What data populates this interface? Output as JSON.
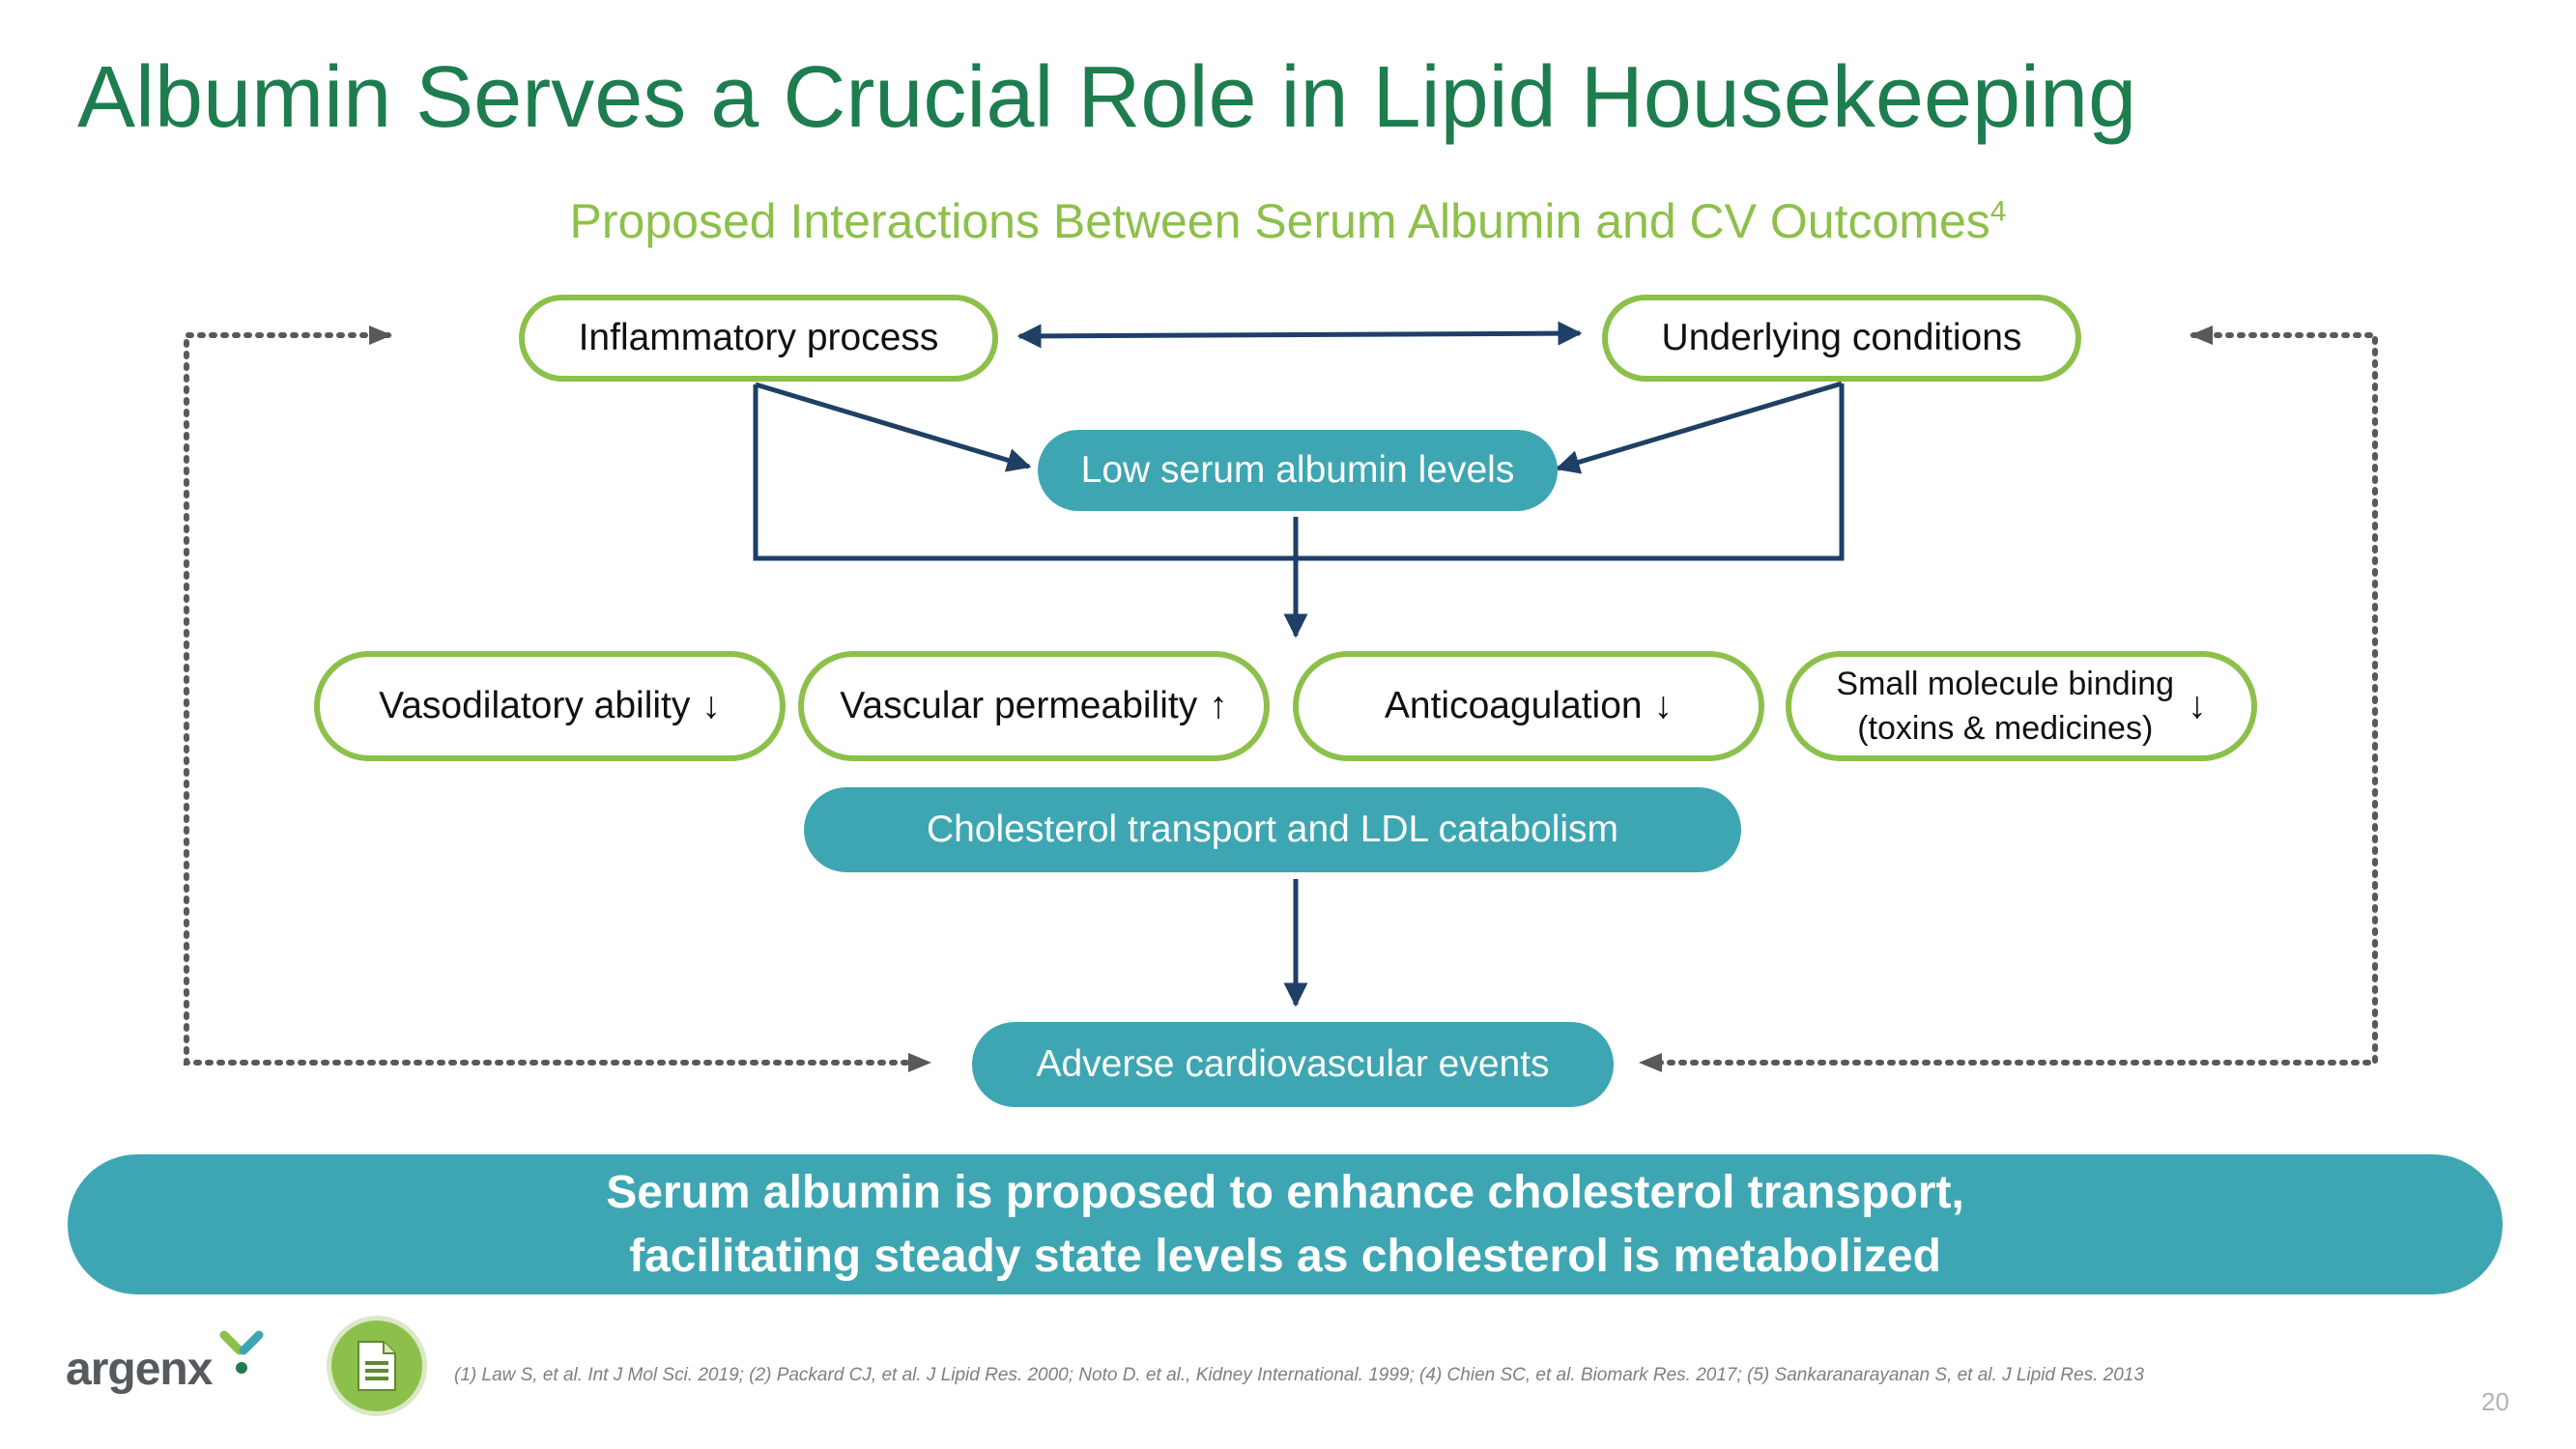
{
  "slide": {
    "title": "Albumin Serves a Crucial Role in Lipid Housekeeping",
    "subtitle": "Proposed Interactions Between Serum Albumin and CV Outcomes",
    "subtitle_ref": "4",
    "page_number": "20"
  },
  "nodes": {
    "inflammatory": "Inflammatory process",
    "underlying": "Underlying conditions",
    "low_albumin": "Low serum albumin levels",
    "effects": [
      {
        "label": "Vasodilatory ability",
        "arrow": "↓"
      },
      {
        "label": "Vascular permeability",
        "arrow": "↑"
      },
      {
        "label": "Anticoagulation",
        "arrow": "↓"
      }
    ],
    "small_molecule": {
      "line1": "Small molecule binding",
      "line2": "(toxins & medicines)",
      "arrow": "↓"
    },
    "cholesterol": "Cholesterol transport and LDL catabolism",
    "adverse": "Adverse cardiovascular events"
  },
  "banner": {
    "line1": "Serum albumin is proposed to enhance cholesterol transport,",
    "line2": "facilitating steady state levels as cholesterol is metabolized"
  },
  "footer": {
    "logo": "argenx",
    "doc_icon": "document-icon",
    "references": "(1) Law S, et al. Int J Mol Sci. 2019; (2) Packard CJ, et al. J Lipid Res. 2000; Noto D. et al., Kidney International. 1999; (4) Chien SC, et al. Biomark Res. 2017; (5) Sankaranarayanan S, et al. J Lipid Res. 2013"
  },
  "colors": {
    "title_green": "#1e7d4f",
    "accent_green": "#8dc04a",
    "teal": "#3ea6b2",
    "arrow_navy": "#1f3f66",
    "dotted_gray": "#595959"
  }
}
